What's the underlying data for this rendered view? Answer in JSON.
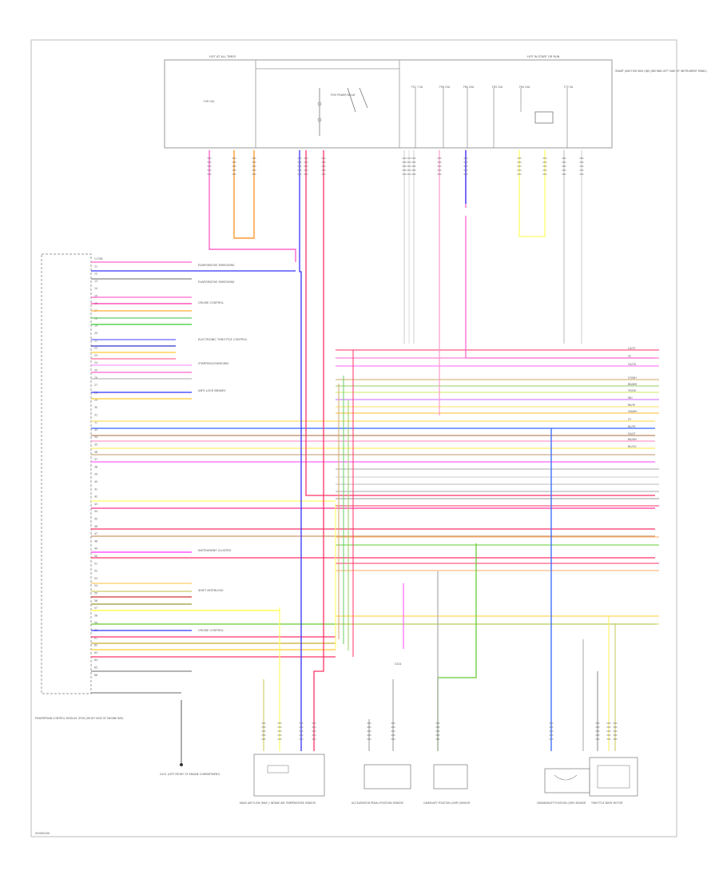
{
  "fuse_box": {
    "title_left": "HOT AT ALL TIMES",
    "title_right": "HOT IN START OR RUN",
    "note": "SMART JUNCTION BOX (SJB) (BEHIND LEFT SIDE OF INSTRUMENT PANEL)",
    "fuses": [
      "F49 15A",
      "F51 7.5A",
      "F56 15A",
      "F60 20A",
      "F63 10A",
      "F64 10A",
      "F72 5A"
    ],
    "relay": "PCM POWER RELAY"
  },
  "module": {
    "name": "POWERTRAIN CONTROL MODULE (PCM) (RIGHT SIDE OF ENGINE BAY)",
    "pins": [
      "C175B",
      "11",
      "12",
      "13",
      "14",
      "15",
      "16",
      "17",
      "18",
      "19",
      "20",
      "21",
      "22",
      "23",
      "24",
      "25",
      "26",
      "27",
      "28",
      "29",
      "30",
      "31",
      "32",
      "33",
      "34",
      "35",
      "36",
      "37",
      "38",
      "39",
      "40",
      "41",
      "42",
      "43",
      "44",
      "45",
      "46",
      "47",
      "48",
      "49",
      "50",
      "51",
      "52",
      "53",
      "54",
      "55",
      "56",
      "57",
      "58",
      "59",
      "60",
      "61",
      "62",
      "63",
      "64",
      "65",
      "66"
    ]
  },
  "references": [
    "EVAPORATIVE EMISSIONS",
    "CRUISE CONTROL",
    "ELECTRONIC THROTTLE CONTROL",
    "STARTING/CHARGING",
    "ANTI-LOCK BRAKES",
    "INSTRUMENT CLUSTER",
    "SHIFT INTERLOCK"
  ],
  "right_labels": [
    "LG/VT",
    "YE",
    "GY/OG",
    "VT/WH",
    "BN/WH",
    "YE/GN",
    "WH",
    "BK/YE",
    "GN/WH",
    "VT",
    "BU/YE",
    "GY/VT",
    "BK/WH",
    "BU/OG"
  ],
  "components": [
    {
      "name": "MASS AIR FLOW (MAF) / INTAKE AIR TEMPERATURE SENSOR"
    },
    {
      "name": "ACCELERATOR PEDAL POSITION SENSOR"
    },
    {
      "name": "CAMSHAFT POSITION (CMP) SENSOR"
    },
    {
      "name": "CRANKSHAFT POSITION (CKP) SENSOR"
    },
    {
      "name": "THROTTLE BODY MOTOR"
    }
  ],
  "grounds": [
    {
      "name": "G101 (LEFT FRONT OF ENGINE COMPARTMENT)"
    },
    {
      "name": "G102"
    }
  ],
  "footer": "09000000"
}
